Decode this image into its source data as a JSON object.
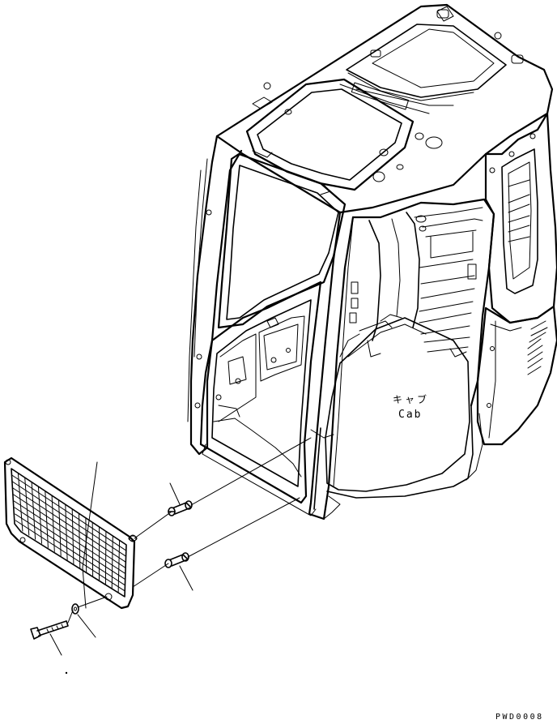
{
  "labels": {
    "cab_ja": "キャブ",
    "cab_en": "Cab",
    "drawing_code": "PWD0008"
  }
}
